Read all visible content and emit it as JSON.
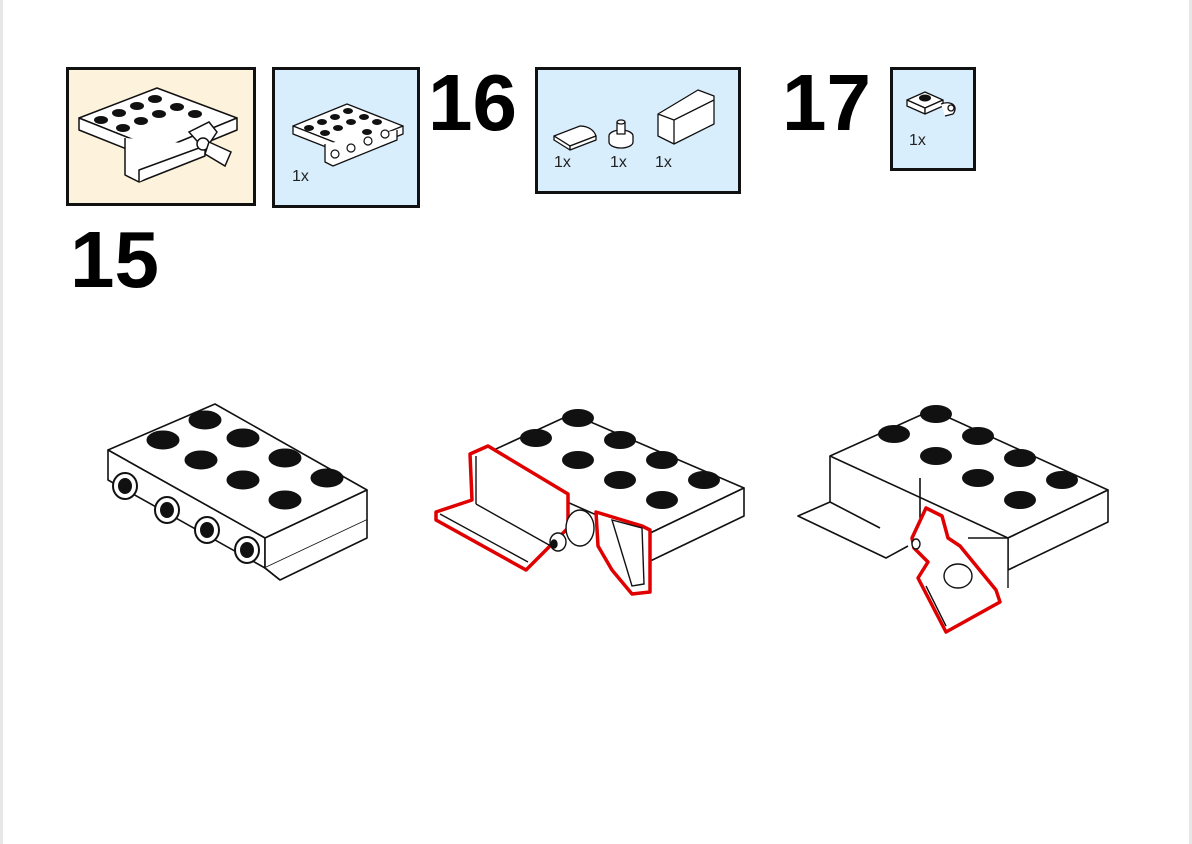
{
  "steps": [
    {
      "number": "15",
      "parts": [
        {
          "quantity": "1x",
          "part": "plate-2x4-with-side-studs"
        }
      ]
    },
    {
      "number": "16",
      "parts": [
        {
          "quantity": "1x",
          "part": "tile-round-corner"
        },
        {
          "quantity": "1x",
          "part": "round-plate-with-pin"
        },
        {
          "quantity": "1x",
          "part": "panel-1x2x1"
        }
      ]
    },
    {
      "number": "17",
      "parts": [
        {
          "quantity": "1x",
          "part": "plate-with-clip"
        }
      ]
    }
  ],
  "colors": {
    "parts_list_bg": "#d9eefc",
    "submodel_bg": "#fdf3dc",
    "highlight": "#e00000"
  }
}
